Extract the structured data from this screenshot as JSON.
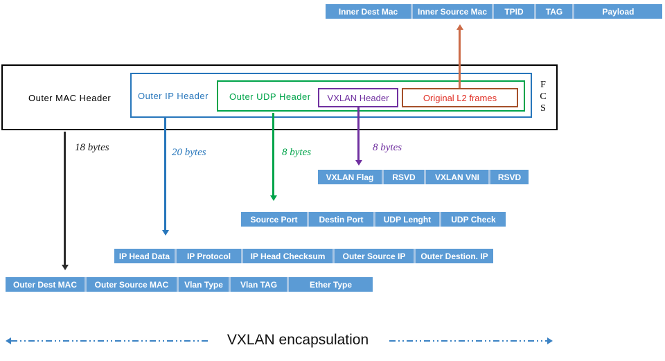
{
  "title": "VXLAN encapsulation",
  "packet": {
    "outer_mac_label": "Outer MAC Header",
    "outer_ip_label": "Outer IP Header",
    "outer_udp_label": "Outer UDP Header",
    "vxlan_label": "VXLAN Header",
    "original_l2_label": "Original L2 frames",
    "fcs": [
      "F",
      "C",
      "S"
    ]
  },
  "byte_labels": {
    "mac": "18 bytes",
    "ip": "20 bytes",
    "udp": "8 bytes",
    "vxlan": "8 bytes"
  },
  "rows": {
    "inner_l2": [
      "Inner Dest Mac",
      "Inner Source Mac",
      "TPID",
      "TAG",
      "Payload"
    ],
    "vxlan": [
      "VXLAN Flag",
      "RSVD",
      "VXLAN VNI",
      "RSVD"
    ],
    "udp": [
      "Source Port",
      "Destin Port",
      "UDP Lenght",
      "UDP Check"
    ],
    "ip": [
      "IP Head Data",
      "IP Protocol",
      "IP Head Checksum",
      "Outer Source IP",
      "Outer Destion. IP"
    ],
    "mac": [
      "Outer Dest MAC",
      "Outer Source MAC",
      "Vlan Type",
      "Vlan TAG",
      "Ether Type"
    ]
  },
  "colors": {
    "cell_fill": "#5B9BD5",
    "cell_gap": "#A6C5E4",
    "cell_text": "#FFFFFF",
    "mac_accent": "#2B2B2B",
    "ip_accent": "#2776BB",
    "udp_accent": "#00A44A",
    "vxlan_accent": "#7030A0",
    "l2_border": "#A5502A",
    "l2_text": "#E02B20",
    "encapsulation_line": "#3B82C4"
  }
}
